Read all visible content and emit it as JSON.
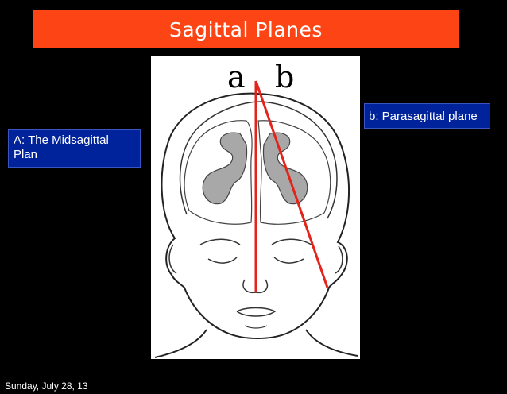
{
  "slide": {
    "title": "Sagittal Planes",
    "title_color": "#fc4414",
    "background_color": "#000000"
  },
  "figure": {
    "letter_a": "a",
    "letter_b": "b",
    "line_color": "#e3241b"
  },
  "labels": {
    "midsagittal": "A: The Midsagittal Plan",
    "parasagittal": "b: Parasagittal plane",
    "box_color": "#00239c"
  },
  "footer": {
    "date": "Sunday, July 28, 13"
  }
}
